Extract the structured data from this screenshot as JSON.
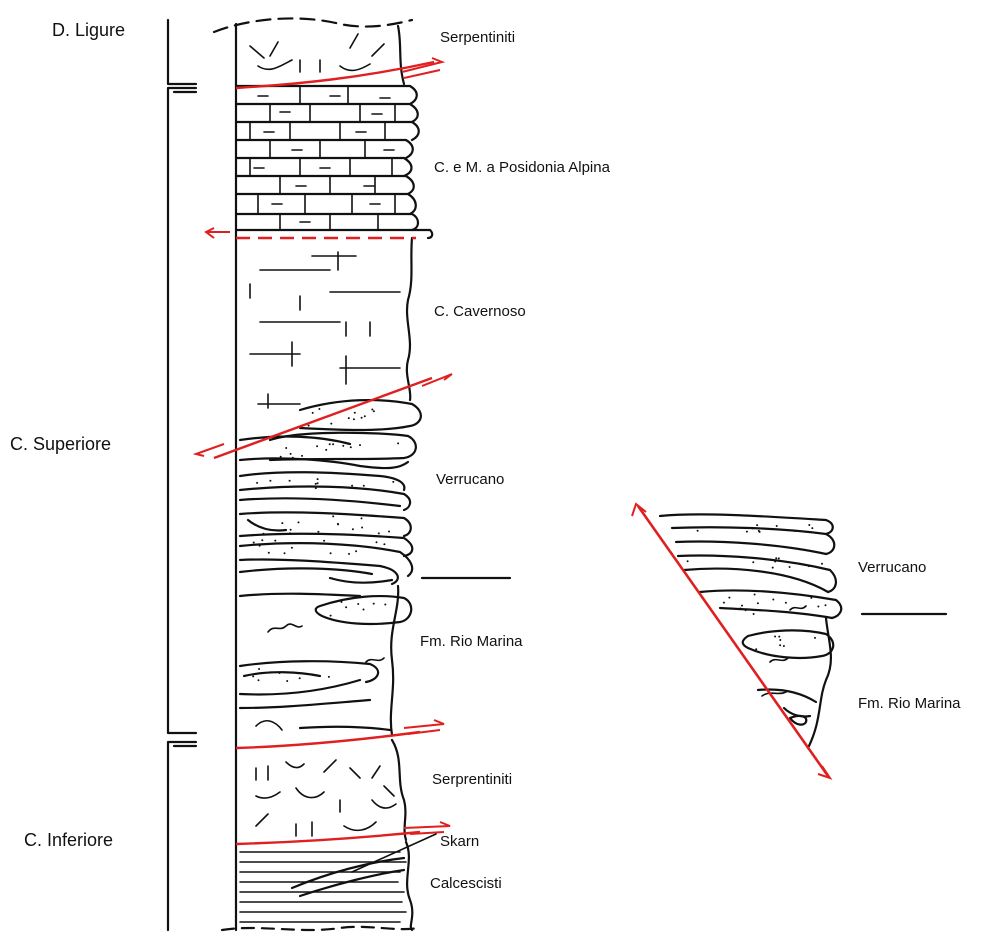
{
  "column_diagram": {
    "tectonic_units": {
      "ligure": "D. Ligure",
      "superiore": "C. Superiore",
      "inferiore": "C. Inferiore"
    },
    "formations": {
      "serpentiniti_top": "Serpentiniti",
      "posidonia": "C. e M. a Posidonia Alpina",
      "cavernoso": "C. Cavernoso",
      "verrucano": "Verrucano",
      "rio_marina": "Fm. Rio Marina",
      "serpentiniti_lower": "Serprentiniti",
      "skarn": "Skarn",
      "calcescisti": "Calcescisti"
    }
  },
  "detail_diagram": {
    "formations": {
      "verrucano": "Verrucano",
      "rio_marina": "Fm. Rio Marina"
    }
  },
  "colors": {
    "ink": "#111111",
    "fault": "#e02020",
    "background": "#ffffff"
  }
}
